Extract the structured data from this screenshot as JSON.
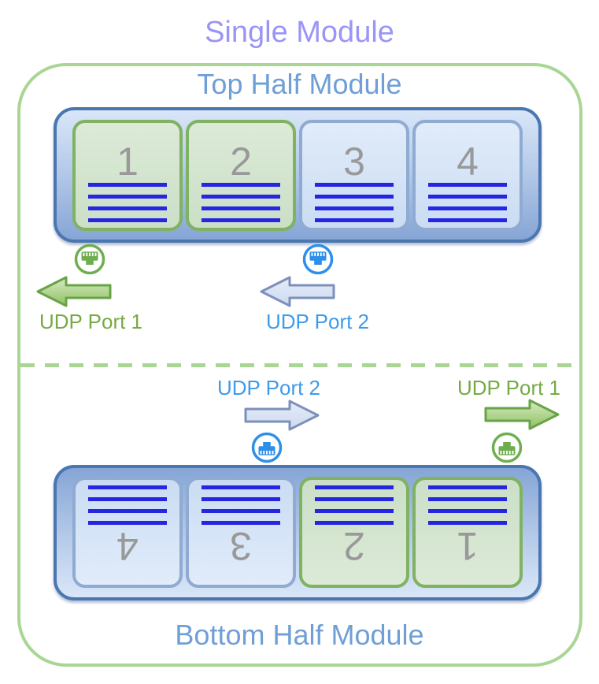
{
  "title": "Single Module",
  "colors": {
    "title_text": "#9a95f6",
    "half_label_text": "#6f9fd6",
    "green_text": "#76aa45",
    "blue_text": "#3f9bea",
    "outer_border": "#a9d694",
    "module_border": "#4a77b0",
    "cell_green_border": "#7fb261",
    "cell_blue_border": "#8fabd2",
    "port_number_text": "#999999",
    "data_line": "#2525e2",
    "eth_green": "#6fae4e",
    "eth_blue": "#2e8fea"
  },
  "top_half": {
    "label": "Top Half Module",
    "cells": [
      {
        "number": "1",
        "variant": "green"
      },
      {
        "number": "2",
        "variant": "green"
      },
      {
        "number": "3",
        "variant": "blue"
      },
      {
        "number": "4",
        "variant": "blue"
      }
    ],
    "udp_port_1": {
      "label": "UDP Port 1",
      "arrow_direction": "left",
      "color": "green"
    },
    "udp_port_2": {
      "label": "UDP Port 2",
      "arrow_direction": "left",
      "color": "blue"
    }
  },
  "bottom_half": {
    "label": "Bottom Half Module",
    "rotated": "180deg",
    "cells": [
      {
        "number": "1",
        "variant": "green"
      },
      {
        "number": "2",
        "variant": "green"
      },
      {
        "number": "3",
        "variant": "blue"
      },
      {
        "number": "4",
        "variant": "blue"
      }
    ],
    "udp_port_2": {
      "label": "UDP Port 2",
      "arrow_direction": "right",
      "color": "blue"
    },
    "udp_port_1": {
      "label": "UDP Port 1",
      "arrow_direction": "right",
      "color": "green"
    }
  }
}
